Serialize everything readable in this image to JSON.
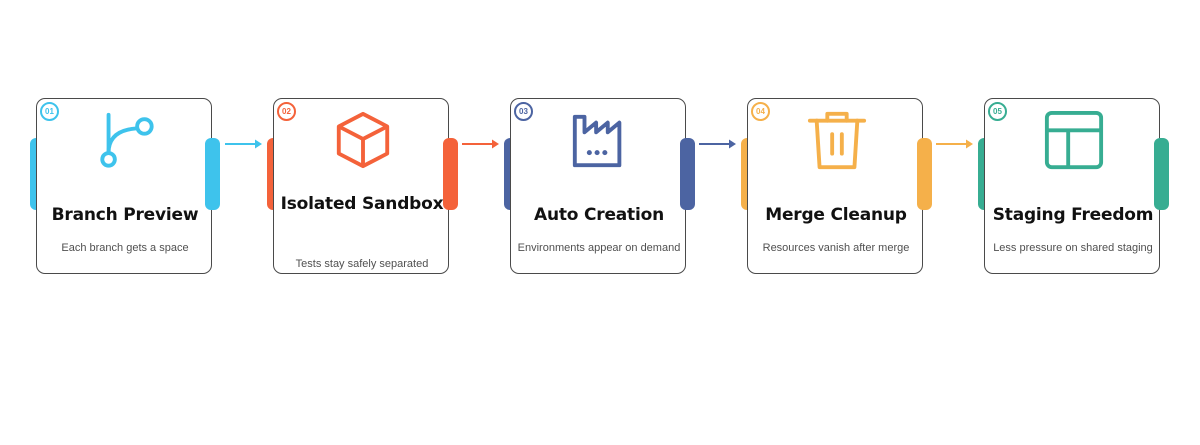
{
  "steps": [
    {
      "number": "01",
      "title": "Branch Preview",
      "description": "Each branch gets a space",
      "icon": "git-branch-icon",
      "color": "#3EC3EC"
    },
    {
      "number": "02",
      "title": "Isolated Sandbox",
      "description": "Tests stay safely separated",
      "icon": "cube-icon",
      "color": "#F4623A"
    },
    {
      "number": "03",
      "title": "Auto Creation",
      "description": "Environments appear on demand",
      "icon": "factory-icon",
      "color": "#4C64A2"
    },
    {
      "number": "04",
      "title": "Merge Cleanup",
      "description": "Resources vanish after merge",
      "icon": "trash-icon",
      "color": "#F5B04A"
    },
    {
      "number": "05",
      "title": "Staging Freedom",
      "description": "Less pressure on shared staging",
      "icon": "layout-icon",
      "color": "#37AD92"
    }
  ]
}
